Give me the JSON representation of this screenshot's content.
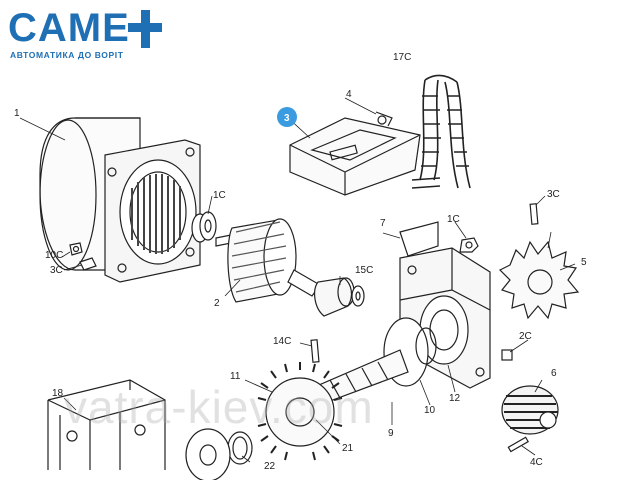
{
  "brand": {
    "name": "CAME",
    "tagline": "АВТОМАТИКА ДО ВОРІТ",
    "color": "#1f6fb5"
  },
  "watermark": "vatra-kiev.com",
  "highlight_color": "#3a9be0",
  "part_labels": {
    "p1": "1",
    "p1c_a": "1C",
    "p1c_b": "1C",
    "p2": "2",
    "p2c": "2C",
    "p3": "3",
    "p3c": "3C",
    "p3c_b": "3C",
    "p4": "4",
    "p4c": "4C",
    "p5": "5",
    "p6": "6",
    "p7": "7",
    "p9": "9",
    "p10": "10",
    "p10c": "10C",
    "p11": "11",
    "p12": "12",
    "p14c": "14C",
    "p15c": "15C",
    "p17c": "17C",
    "p18": "18",
    "p21": "21",
    "p22": "22"
  }
}
